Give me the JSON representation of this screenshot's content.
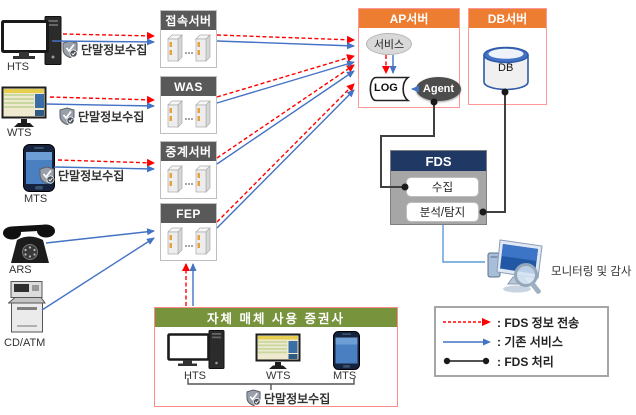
{
  "devices": [
    {
      "label": "HTS",
      "collect_label": "단말정보수집"
    },
    {
      "label": "WTS",
      "collect_label": "단말정보수집"
    },
    {
      "label": "MTS",
      "collect_label": "단말정보수집"
    },
    {
      "label": "ARS"
    },
    {
      "label": "CD/ATM"
    }
  ],
  "servers": [
    {
      "label": "접속서버"
    },
    {
      "label": "WAS"
    },
    {
      "label": "중계서버"
    },
    {
      "label": "FEP"
    }
  ],
  "ap": {
    "title": "AP서버",
    "service": "서비스",
    "log": "LOG",
    "agent": "Agent"
  },
  "db": {
    "title": "DB서버",
    "label": "DB"
  },
  "fds": {
    "title": "FDS",
    "collect": "수집",
    "analyze": "분석/탐지"
  },
  "monitoring": {
    "label": "모니터링 및 감사"
  },
  "self_box": {
    "title": "자체 매체 사용 증권사",
    "devices": [
      "HTS",
      "WTS",
      "MTS"
    ],
    "collect_label": "단말정보수집"
  },
  "legend": {
    "items": [
      {
        "label": ": FDS 정보 전송"
      },
      {
        "label": ": 기존 서비스"
      },
      {
        "label": ": FDS 처리"
      }
    ]
  },
  "colors": {
    "fds_transfer": "#ff0000",
    "existing_service": "#4472c4",
    "fds_process": "#1a1a1a",
    "ap_header": "#ed7d31",
    "server_header": "#595959",
    "fds_header": "#1f3864",
    "self_box_header": "#77933c",
    "box_border": "#ff9999"
  }
}
